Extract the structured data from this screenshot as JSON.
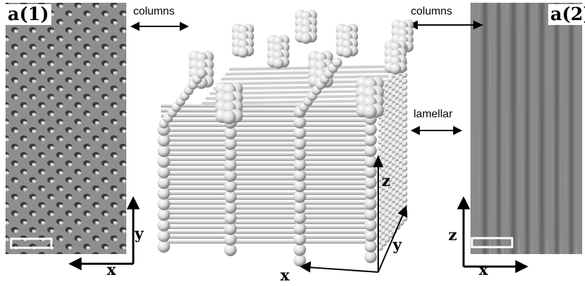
{
  "panels": {
    "left_label": "a(1)",
    "right_label": "a(2)"
  },
  "annotations": {
    "columns_left": "columns",
    "columns_right": "columns",
    "lamellar": "lamellar"
  },
  "axes": {
    "left_x": "x",
    "left_y": "y",
    "right_z": "z",
    "right_x": "x",
    "model_z": "z",
    "model_y": "y",
    "model_x": "x"
  },
  "colors": {
    "sphere": "#e8e8e8",
    "rod": "#d9d9d9",
    "background": "#ffffff"
  }
}
